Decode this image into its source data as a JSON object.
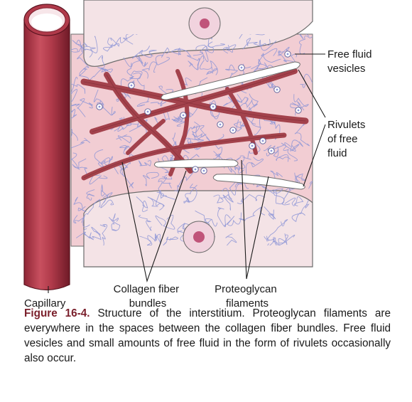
{
  "labels": {
    "free_fluid_vesicles": [
      "Free fluid",
      "vesicles"
    ],
    "rivulets": [
      "Rivulets",
      "of free",
      "fluid"
    ],
    "capillary": "Capillary",
    "collagen": [
      "Collagen fiber",
      "bundles"
    ],
    "proteoglycan": [
      "Proteoglycan",
      "filaments"
    ]
  },
  "caption": {
    "figure_number": "Figure 16-4.",
    "text": "Structure of the interstitium. Proteoglycan filaments are everywhere in the spaces between the collagen fiber bundles. Free fluid vesicles and small amounts of free fluid in the form of rivulets occasionally also occur."
  },
  "colors": {
    "capillary": "#b03a4a",
    "capillary_dark": "#7d1f2e",
    "cell": "#f4e3e6",
    "cell_outline": "#6b6b6b",
    "interstitium": "#f2cdd3",
    "collagen": "#a3424c",
    "proteoglycan": "#8d95d6",
    "nucleus": "#c0547a"
  }
}
